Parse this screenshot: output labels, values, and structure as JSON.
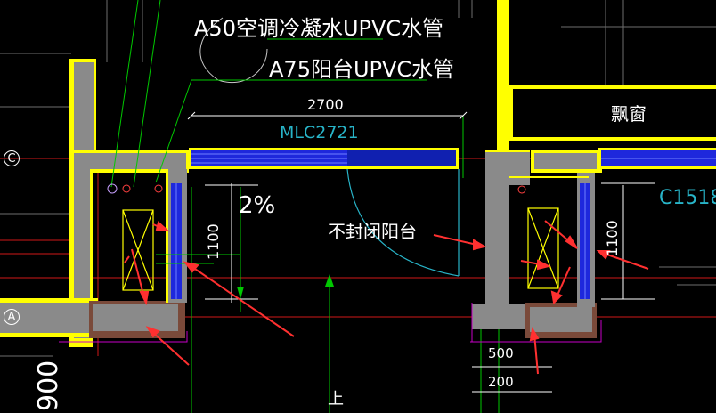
{
  "annotations": {
    "pipe_a50": "A50空调冷凝水UPVC水管",
    "pipe_a75": "A75阳台UPVC水管",
    "dim_top": "2700",
    "door_tag": "MLC2721",
    "bay_window": "飘窗",
    "window_tag": "C1518",
    "slope": "2%",
    "balcony": "不封闭阳台",
    "dim_left_1100": "1100",
    "dim_right_1100": "1100",
    "dim_500": "500",
    "dim_200": "200",
    "dim_900": "900",
    "up_label": "上"
  },
  "axis_markers": {
    "c": "C",
    "a": "A"
  },
  "colors": {
    "background": "#000000",
    "wall_fill": "#808080",
    "wall_outline": "#ffff00",
    "window": "#1e28dc",
    "red_arrow": "#ff3030",
    "green_line": "#00c800",
    "cyan_text": "#28b4c8",
    "magenta": "#c800c8"
  }
}
